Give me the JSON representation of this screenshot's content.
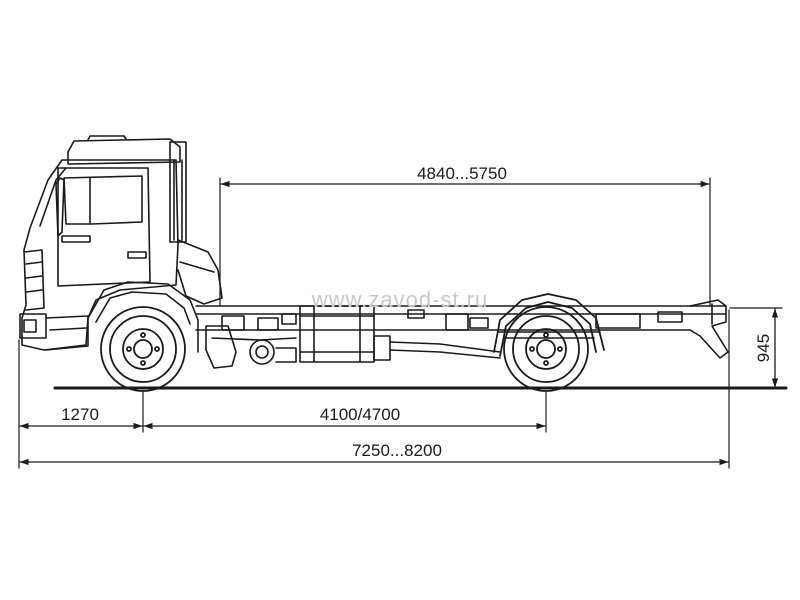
{
  "drawing": {
    "watermark": "www.zavod-st.ru",
    "dimensions": {
      "body_length": "4840...5750",
      "front_overhang": "1270",
      "wheelbase": "4100/4700",
      "overall_length": "7250...8200",
      "frame_height": "945"
    }
  },
  "colors": {
    "line": "#1a1a1a",
    "watermark": "#c9c9c9",
    "background": "#ffffff"
  }
}
